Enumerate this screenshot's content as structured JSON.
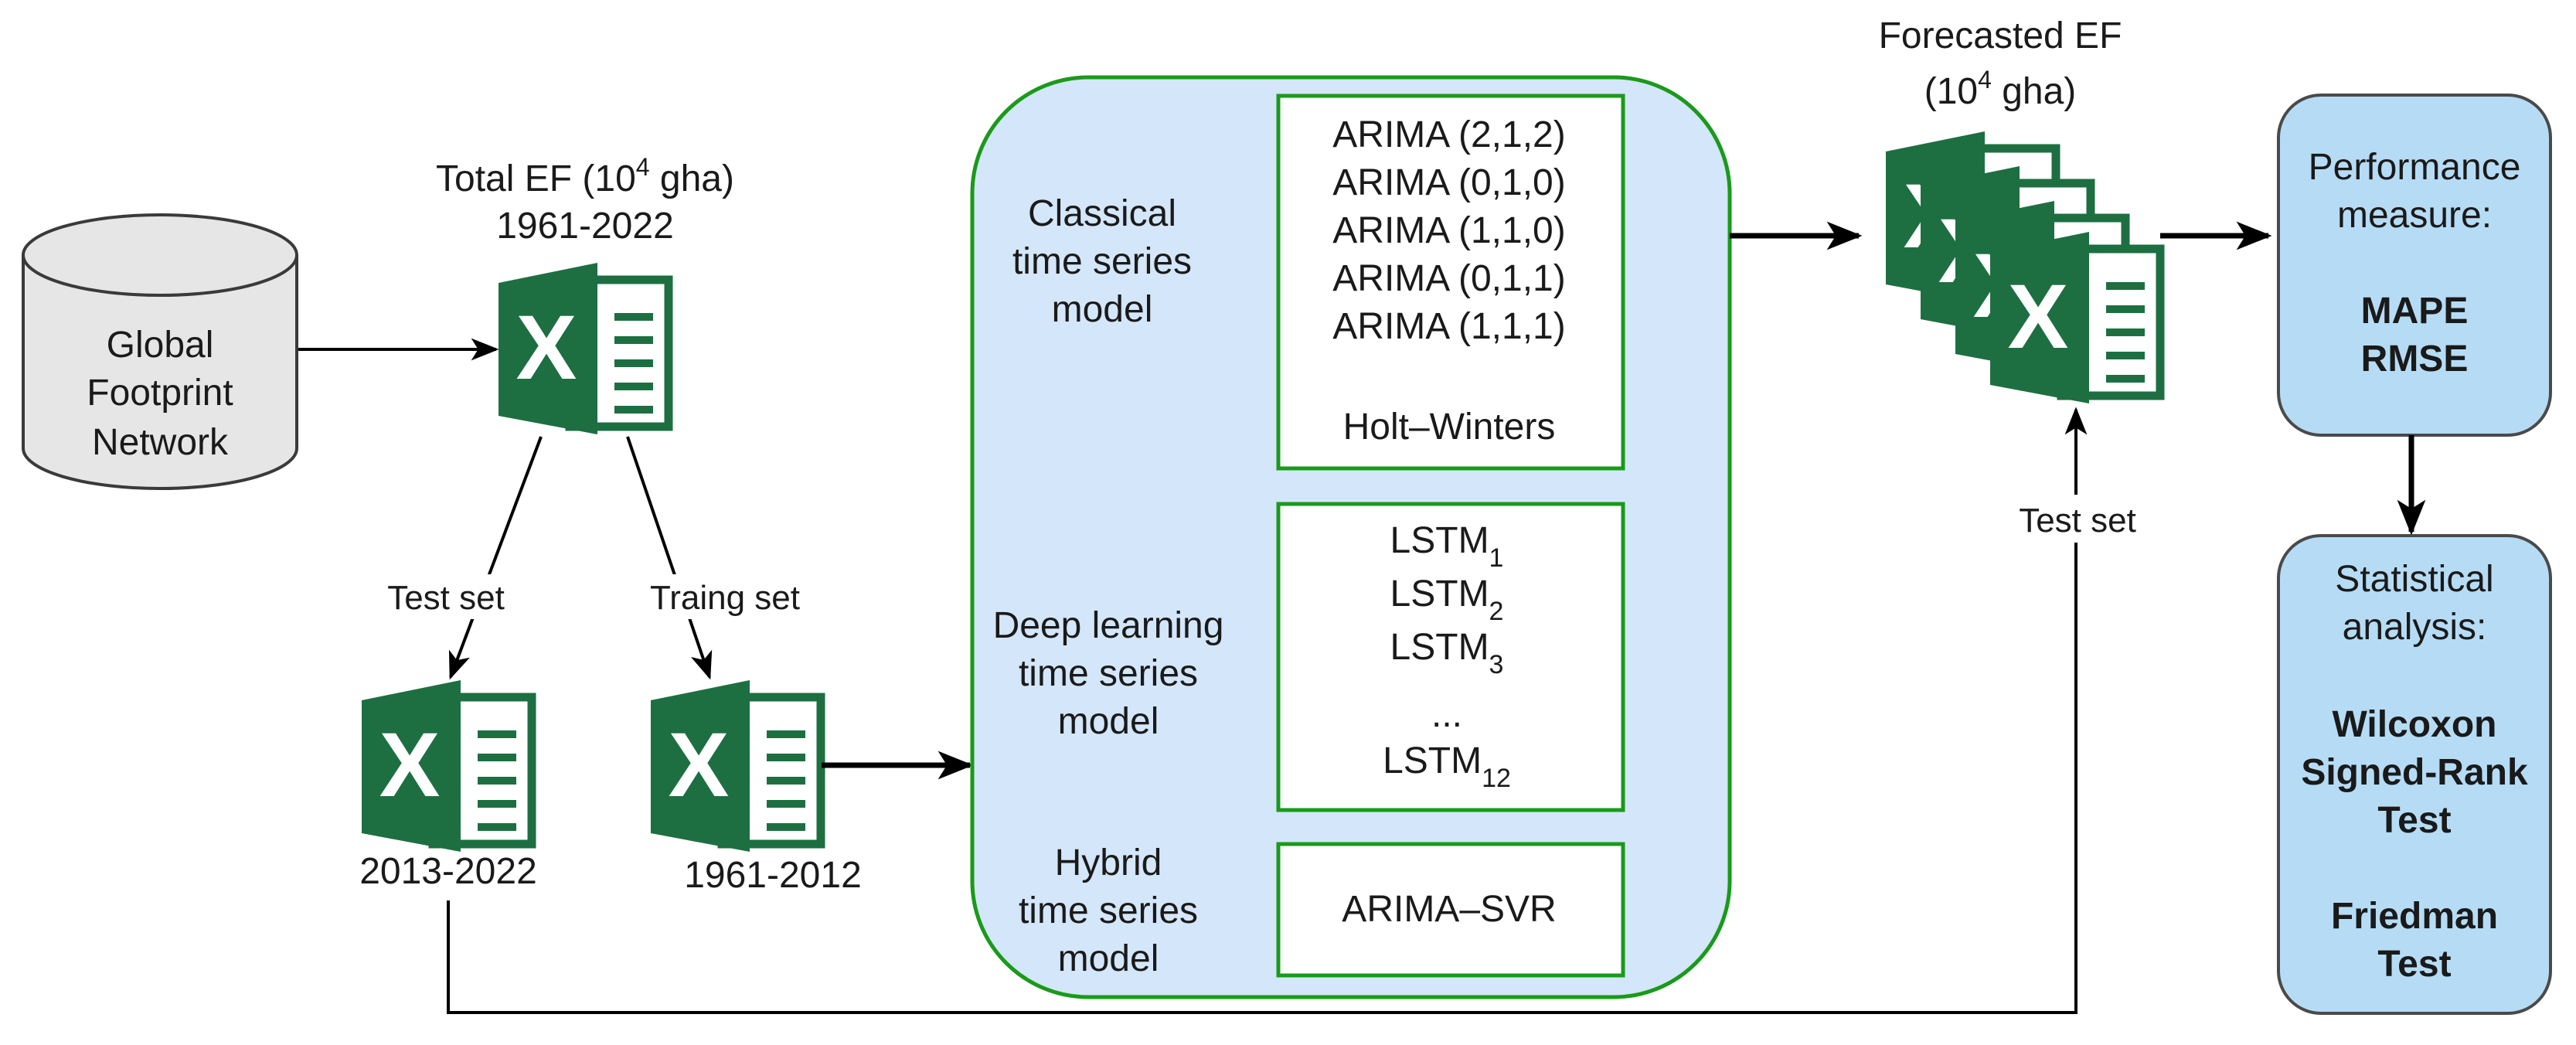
{
  "source": {
    "label_lines": [
      "Global",
      "Footprint",
      "Network"
    ]
  },
  "total_ef": {
    "title_prefix": "Total EF (10",
    "title_sup": "4",
    "title_suffix": " gha)",
    "years": "1961-2022"
  },
  "splits": {
    "test_label": "Test set",
    "train_label": "Traing set",
    "test_years": "2013-2022",
    "train_years": "1961-2012"
  },
  "models": {
    "classical": {
      "label_lines": [
        "Classical",
        "time series",
        "model"
      ],
      "items": [
        "ARIMA (2,1,2)",
        "ARIMA (0,1,0)",
        "ARIMA (1,1,0)",
        "ARIMA (0,1,1)",
        "ARIMA (1,1,1)",
        "Holt–Winters"
      ]
    },
    "deep": {
      "label_lines": [
        "Deep learning",
        "time series",
        "model"
      ],
      "items": [
        {
          "base": "LSTM",
          "sub": "1"
        },
        {
          "base": "LSTM",
          "sub": "2"
        },
        {
          "base": "LSTM",
          "sub": "3"
        },
        {
          "base": "...",
          "sub": ""
        },
        {
          "base": "LSTM",
          "sub": "12"
        }
      ]
    },
    "hybrid": {
      "label_lines": [
        "Hybrid",
        "time series",
        "model"
      ],
      "items": [
        "ARIMA–SVR"
      ]
    }
  },
  "forecast": {
    "title_line1": "Forecasted EF",
    "title_prefix": "(10",
    "title_sup": "4",
    "title_suffix": " gha)",
    "test_label": "Test set"
  },
  "performance": {
    "heading_lines": [
      "Performance",
      "measure:"
    ],
    "metrics": [
      "MAPE",
      "RMSE"
    ]
  },
  "statistics": {
    "heading_lines": [
      "Statistical",
      "analysis:"
    ],
    "tests": [
      [
        "Wilcoxon",
        "Signed-Rank",
        "Test"
      ],
      [
        "Friedman",
        "Test"
      ]
    ]
  },
  "icon_letter": "X",
  "colors": {
    "excel_dark": "#1d6f42",
    "excel_mid": "#21a366",
    "model_fill": "#d4e6fa",
    "model_border": "#1a9a1a",
    "box_fill": "#b6dcf5",
    "box_border": "#4a4a4a",
    "cylinder_fill": "#e6e6e6"
  }
}
